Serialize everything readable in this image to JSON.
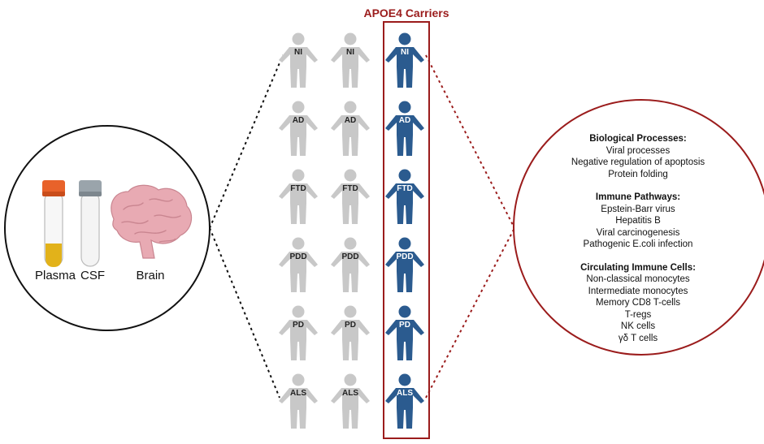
{
  "samples": {
    "plasma_label": "Plasma",
    "csf_label": "CSF",
    "brain_label": "Brain"
  },
  "carriers_title": "APOE4 Carriers",
  "groups": [
    "NI",
    "AD",
    "FTD",
    "PDD",
    "PD",
    "ALS"
  ],
  "colors": {
    "non_carrier": "#c8c8c8",
    "carrier": "#2b5b8f",
    "accent_red": "#9b1c1c",
    "plasma_cap": "#e8622a",
    "plasma_fill": "#e2b21a",
    "csf_cap": "#9aa4ab",
    "brain": "#e8aab3"
  },
  "info": {
    "sections": [
      {
        "title": "Biological Processes:",
        "items": [
          "Viral processes",
          "Negative regulation of apoptosis",
          "Protein folding"
        ]
      },
      {
        "title": "Immune Pathways:",
        "items": [
          "Epstein-Barr virus",
          "Hepatitis B",
          "Viral carcinogenesis",
          "Pathogenic E.coli infection"
        ]
      },
      {
        "title": "Circulating Immune Cells:",
        "items": [
          "Non-classical monocytes",
          "Intermediate monocytes",
          "Memory CD8 T-cells",
          "T-regs",
          "NK cells",
          "γδ T cells"
        ]
      }
    ]
  }
}
